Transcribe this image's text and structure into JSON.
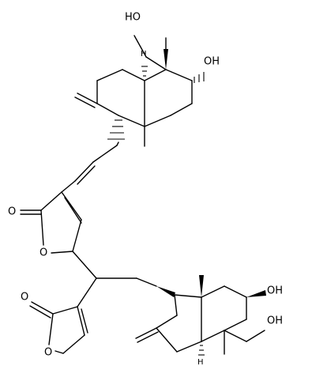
{
  "figure": {
    "type": "chemical-structure",
    "atom_labels": {
      "oh_top_ch2": "HO",
      "oh_top_ring": "OH",
      "o_carbonyl_upper": "O",
      "o_ring_upper": "O",
      "o_carbonyl_lower": "O",
      "o_ring_lower": "O",
      "oh_bottom_ring": "OH",
      "oh_bottom_ch2": "OH",
      "h_top": "H",
      "h_bottom": "H"
    }
  }
}
